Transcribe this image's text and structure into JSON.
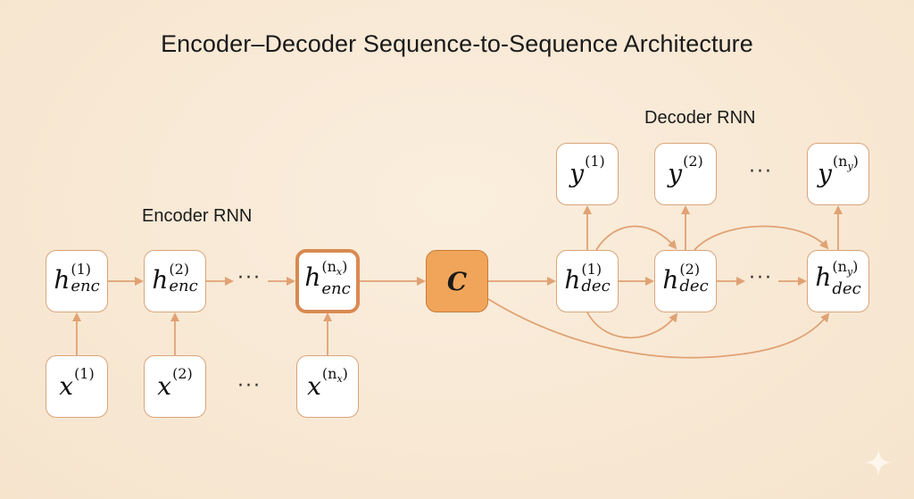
{
  "title": "Encoder–Decoder Sequence-to-Sequence Architecture",
  "labels": {
    "encoder": "Encoder RNN",
    "decoder": "Decoder RNN"
  },
  "colors": {
    "background": "#f8e9d6",
    "node_border": "#d9a47a",
    "edge": "#e0a274",
    "context_fill": "#f0a55a"
  },
  "ellipsis": "···",
  "encoder": {
    "inputs": [
      {
        "base": "x",
        "sup": "(1)"
      },
      {
        "base": "x",
        "sup": "(2)"
      },
      {
        "base": "x",
        "sup": "(n",
        "sup_sub": "x",
        "sup_close": ")"
      }
    ],
    "hidden": [
      {
        "base": "h",
        "sup": "(1)",
        "sub": "enc"
      },
      {
        "base": "h",
        "sup": "(2)",
        "sub": "enc"
      },
      {
        "base": "h",
        "sup": "(n",
        "sup_sub": "x",
        "sup_close": ")",
        "sub": "enc"
      }
    ]
  },
  "context": {
    "label": "C"
  },
  "decoder": {
    "hidden": [
      {
        "base": "h",
        "sup": "(1)",
        "sub": "dec"
      },
      {
        "base": "h",
        "sup": "(2)",
        "sub": "dec"
      },
      {
        "base": "h",
        "sup": "(n",
        "sup_sub": "y",
        "sup_close": ")",
        "sub": "dec"
      }
    ],
    "outputs": [
      {
        "base": "y",
        "sup": "(1)"
      },
      {
        "base": "y",
        "sup": "(2)"
      },
      {
        "base": "y",
        "sup": "(n",
        "sup_sub": "y",
        "sup_close": ")"
      }
    ]
  },
  "icons": {
    "watermark": "sparkle-icon"
  }
}
